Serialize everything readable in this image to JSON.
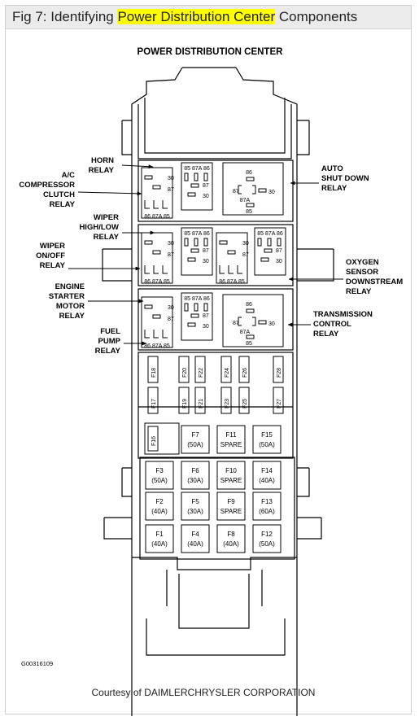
{
  "figure": {
    "prefix": "Fig 7: Identifying ",
    "highlight": "Power Distribution Center",
    "suffix": " Components",
    "highlight_color": "#ffff00"
  },
  "diagram": {
    "heading": "POWER DISTRIBUTION CENTER",
    "ref_code": "G00316109",
    "labels_left": {
      "horn": [
        "HORN",
        "RELAY"
      ],
      "ac": [
        "A/C",
        "COMPRESSOR",
        "CLUTCH",
        "RELAY"
      ],
      "wiper_hl": [
        "WIPER",
        "HIGH/LOW",
        "RELAY"
      ],
      "wiper_onoff": [
        "WIPER",
        "ON/OFF",
        "RELAY"
      ],
      "engine_starter": [
        "ENGINE",
        "STARTER",
        "MOTOR",
        "RELAY"
      ],
      "fuel_pump": [
        "FUEL",
        "PUMP",
        "RELAY"
      ]
    },
    "labels_right": {
      "asd": [
        "AUTO",
        "SHUT DOWN",
        "RELAY"
      ],
      "oxygen": [
        "OXYGEN",
        "SENSOR",
        "DOWNSTREAM",
        "RELAY"
      ],
      "trans": [
        "TRANSMISSION",
        "CONTROL",
        "RELAY"
      ]
    },
    "pins": {
      "p85": "85",
      "p87a": "87A",
      "p86": "86",
      "p30": "30",
      "p87": "87"
    },
    "minifuses": {
      "r1": [
        "F18",
        "F20",
        "F22",
        "F24",
        "F26",
        "F28"
      ],
      "r2": [
        "F17",
        "F19",
        "F21",
        "F23",
        "F25",
        "F27"
      ],
      "single": "F16"
    },
    "maxi": {
      "row1": [
        [
          "F7",
          "(50A)"
        ],
        [
          "F11",
          "SPARE"
        ],
        [
          "F15",
          "(50A)"
        ]
      ],
      "row2": [
        [
          "F3",
          "(50A)"
        ],
        [
          "F6",
          "(30A)"
        ],
        [
          "F10",
          "SPARE"
        ],
        [
          "F14",
          "(40A)"
        ]
      ],
      "row3": [
        [
          "F2",
          "(40A)"
        ],
        [
          "F5",
          "(30A)"
        ],
        [
          "F9",
          "SPARE"
        ],
        [
          "F13",
          "(60A)"
        ]
      ],
      "row4": [
        [
          "F1",
          "(40A)"
        ],
        [
          "F4",
          "(40A)"
        ],
        [
          "F8",
          "(40A)"
        ],
        [
          "F12",
          "(50A)"
        ]
      ]
    }
  },
  "caption": "Courtesy of DAIMLERCHRYSLER CORPORATION"
}
